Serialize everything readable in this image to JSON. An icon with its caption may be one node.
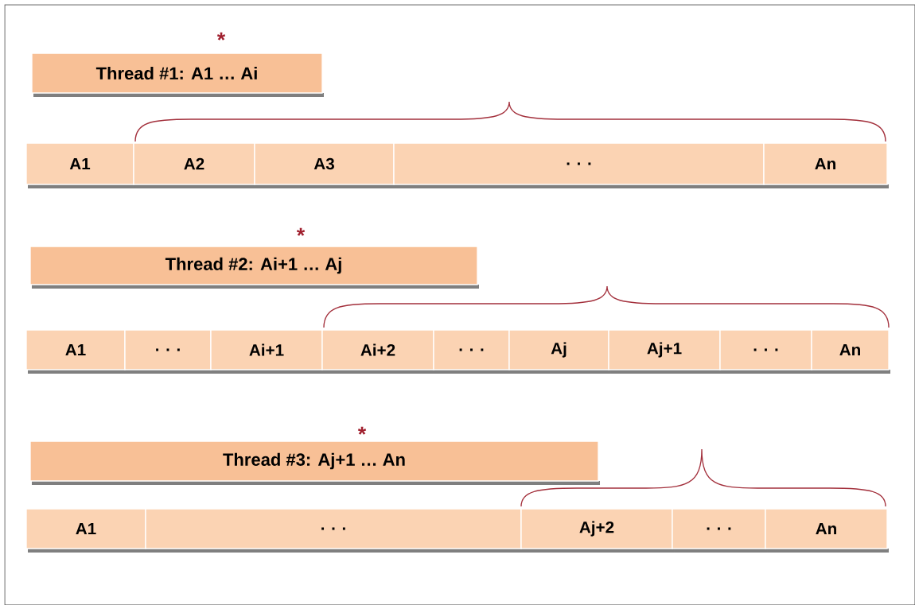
{
  "diagram": {
    "nodes": [
      {
        "text": [
          "Thread #1:   A1 …  Ai"
        ]
      },
      {
        "text": [
          "A1"
        ]
      },
      {
        "text": [
          "A2"
        ]
      },
      {
        "text": [
          "A3"
        ]
      },
      {
        "text": [
          ". . ."
        ]
      },
      {
        "text": [
          "An"
        ]
      },
      {
        "text": [
          "Thread #2:   Ai+1 …  Aj"
        ]
      },
      {
        "text": [
          "A1"
        ]
      },
      {
        "text": [
          ". . ."
        ]
      },
      {
        "text": [
          "Ai+1"
        ]
      },
      {
        "text": [
          "Ai+2"
        ]
      },
      {
        "text": [
          ". . ."
        ]
      },
      {
        "text": [
          "Aj"
        ]
      },
      {
        "text": [
          "Aj+1"
        ]
      },
      {
        "text": [
          ". . ."
        ]
      },
      {
        "text": [
          "An"
        ]
      },
      {
        "text": [
          "Thread #3:   Aj+1 …  An"
        ]
      },
      {
        "text": [
          "A1"
        ]
      },
      {
        "text": [
          ". . ."
        ]
      },
      {
        "text": [
          "Aj+2"
        ]
      },
      {
        "text": [
          ". . ."
        ]
      },
      {
        "text": [
          "An"
        ]
      }
    ],
    "labels": [
      "*",
      "*",
      "*"
    ]
  }
}
